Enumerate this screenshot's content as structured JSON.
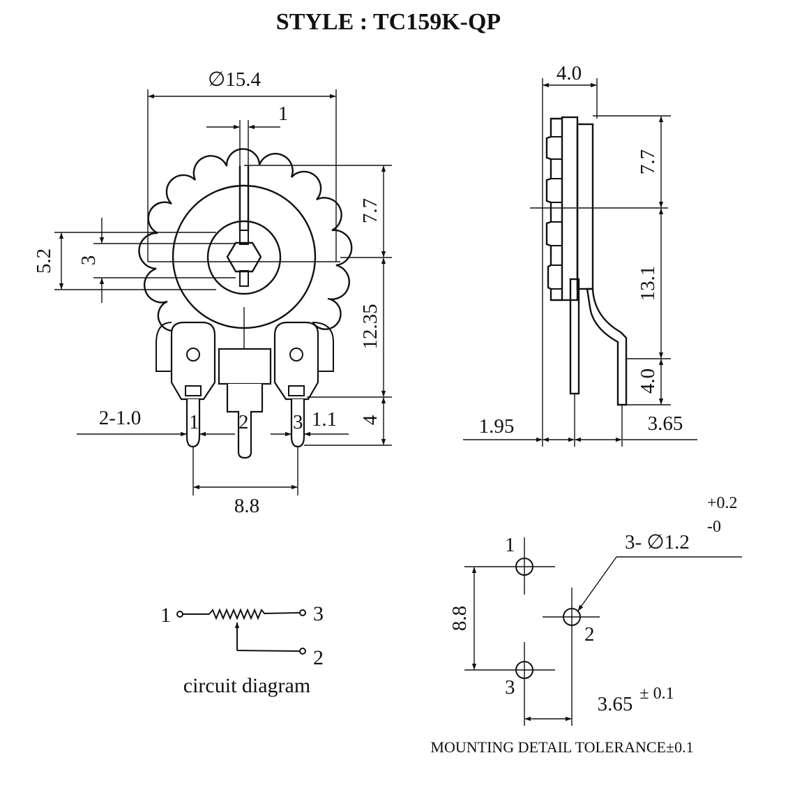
{
  "title": "STYLE : TC159K-QP",
  "front_view": {
    "diameter": "∅15.4",
    "shaft_width": "1",
    "top_height": "7.7",
    "outer_hole": "5.2",
    "inner_hole": "3",
    "bottom_height": "12.35",
    "pin_length": "4",
    "pin_label": "2-1.0",
    "pin_width": "1.1",
    "pin_pitch": "8.8",
    "pin_1": "1",
    "pin_2": "2",
    "pin_3": "3"
  },
  "side_view": {
    "thickness": "4.0",
    "upper": "7.7",
    "lower": "13.1",
    "pin_length": "4.0",
    "left_offset": "1.95",
    "right_offset": "3.65"
  },
  "circuit": {
    "caption": "circuit diagram",
    "pin_1": "1",
    "pin_2": "2",
    "pin_3": "3"
  },
  "mounting": {
    "hole_spec": "3- ∅1.2",
    "tol_plus": "+0.2",
    "tol_minus": "-0",
    "pitch": "8.8",
    "offset": "3.65",
    "offset_tol": "± 0.1",
    "label_1": "1",
    "label_2": "2",
    "label_3": "3",
    "note": "MOUNTING DETAIL TOLERANCE±0.1"
  }
}
